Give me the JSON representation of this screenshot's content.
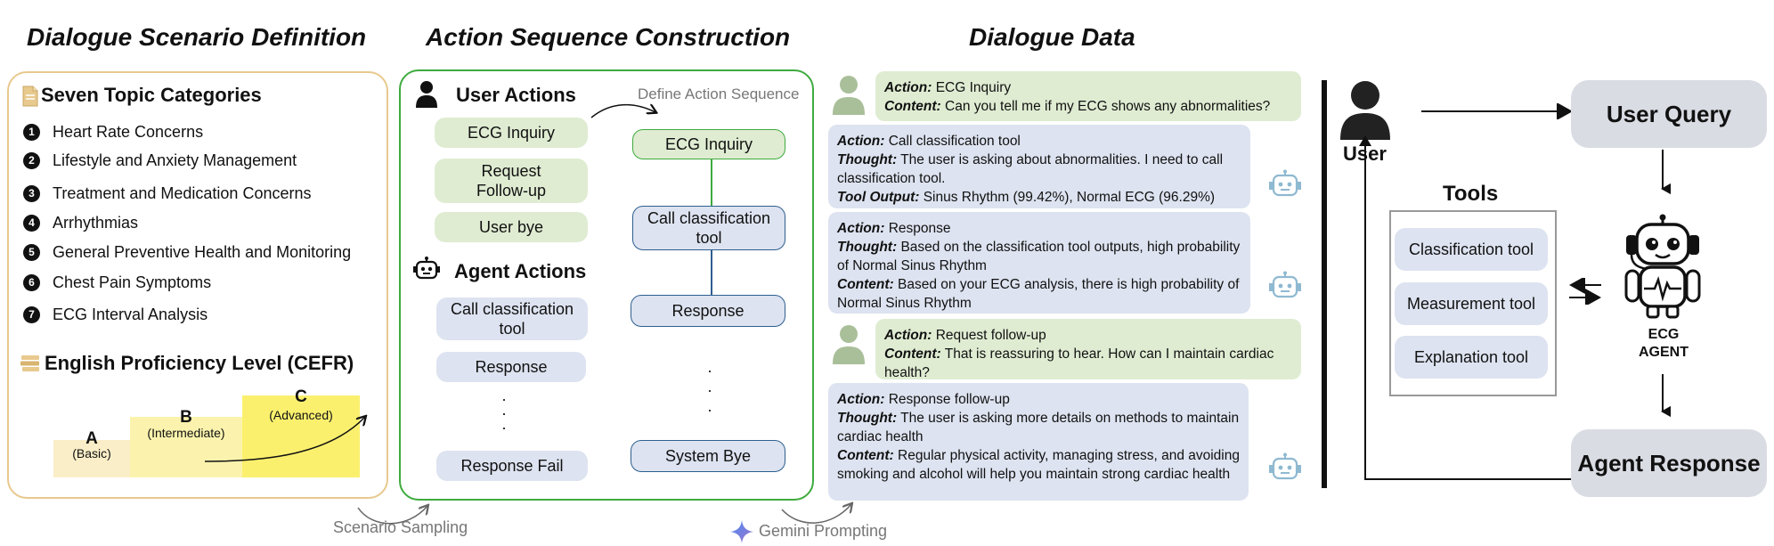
{
  "titles": {
    "scenario": "Dialogue Scenario Definition",
    "action": "Action Sequence Construction",
    "dialogue": "Dialogue Data"
  },
  "scenario": {
    "topics_heading": "Seven Topic Categories",
    "topics": [
      {
        "num": "1",
        "label": "Heart Rate Concerns"
      },
      {
        "num": "2",
        "label": "Lifestyle and Anxiety Management"
      },
      {
        "num": "3",
        "label": "Treatment and Medication Concerns"
      },
      {
        "num": "4",
        "label": "Arrhythmias"
      },
      {
        "num": "5",
        "label": "General Preventive Health and Monitoring"
      },
      {
        "num": "6",
        "label": "Chest Pain Symptoms"
      },
      {
        "num": "7",
        "label": "ECG Interval Analysis"
      }
    ],
    "cefr_heading": "English Proficiency Level (CEFR)",
    "levels": [
      {
        "letter": "A",
        "name": "(Basic)",
        "color": "#faeec8"
      },
      {
        "letter": "B",
        "name": "(Intermediate)",
        "color": "#fbf3ad"
      },
      {
        "letter": "C",
        "name": "(Advanced)",
        "color": "#fbf06e"
      }
    ]
  },
  "action": {
    "user_heading": "User Actions",
    "user_actions": [
      "ECG Inquiry",
      "Request Follow-up",
      "User bye"
    ],
    "agent_heading": "Agent Actions",
    "agent_actions": [
      "Call classification tool",
      "Response",
      "Response Fail"
    ],
    "define_label": "Define Action Sequence",
    "sequence": [
      "ECG Inquiry",
      "Call classification tool",
      "Response",
      "System Bye"
    ]
  },
  "flow_labels": {
    "scenario_sampling": "Scenario Sampling",
    "gemini_prompting": "Gemini Prompting"
  },
  "dialogue": {
    "turns": [
      {
        "role": "user",
        "fields": [
          {
            "key": "Action:",
            "value": "ECG Inquiry"
          },
          {
            "key": "Content:",
            "value": "Can you tell me if my ECG shows any abnormalities?"
          }
        ]
      },
      {
        "role": "agent",
        "fields": [
          {
            "key": "Action:",
            "value": "Call classification tool"
          },
          {
            "key": "Thought:",
            "value": "The user is asking about abnormalities. I need to call classification tool."
          },
          {
            "key": "Tool Output:",
            "value": "Sinus Rhythm (99.42%), Normal ECG (96.29%)"
          }
        ]
      },
      {
        "role": "agent",
        "fields": [
          {
            "key": "Action:",
            "value": "Response"
          },
          {
            "key": "Thought:",
            "value": "Based on the classification tool outputs, high probability of Normal Sinus Rhythm"
          },
          {
            "key": "Content:",
            "value": "Based on your ECG analysis, there is high probability of Normal Sinus Rhythm"
          }
        ]
      },
      {
        "role": "user",
        "fields": [
          {
            "key": "Action:",
            "value": "Request follow-up"
          },
          {
            "key": "Content:",
            "value": "That is reassuring to hear. How can I maintain cardiac health?"
          }
        ]
      },
      {
        "role": "agent",
        "fields": [
          {
            "key": "Action:",
            "value": "Response follow-up"
          },
          {
            "key": "Thought:",
            "value": "The user is asking more details on methods to maintain cardiac health"
          },
          {
            "key": "Content:",
            "value": "Regular physical activity, managing stress, and avoiding smoking and alcohol will help you maintain strong cardiac health"
          }
        ]
      }
    ]
  },
  "system": {
    "user_label": "User",
    "user_query": "User Query",
    "tools_heading": "Tools",
    "tools": [
      "Classification tool",
      "Measurement tool",
      "Explanation tool"
    ],
    "agent_label": "ECG AGENT",
    "agent_response": "Agent Response"
  },
  "colors": {
    "green_fill": "#dfecd2",
    "blue_fill": "#dde3f0",
    "green_border": "#3eab3e",
    "orange_border": "#e8c98e",
    "gray_pill": "#d9dce3"
  },
  "icons": [
    "person-icon",
    "robot-icon",
    "document-icon",
    "books-icon",
    "gemini-star-icon",
    "ecg-agent-robot-icon"
  ]
}
